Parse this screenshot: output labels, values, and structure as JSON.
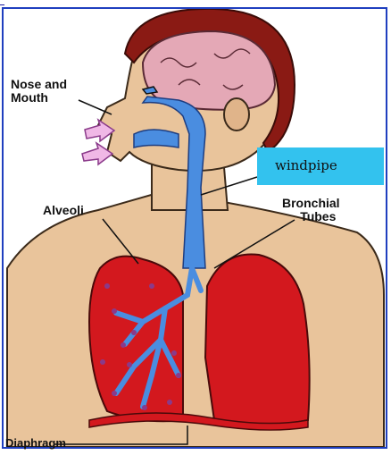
{
  "labels": {
    "nose_mouth_line1": "Nose and",
    "nose_mouth_line2": "Mouth",
    "windpipe": "windpipe",
    "alveoli": "Alveoli",
    "bronchial_line1": "Bronchial",
    "bronchial_line2": "Tubes",
    "diaphragm": "Diaphragm"
  },
  "colors": {
    "skin": "#e9c49b",
    "hair": "#8a1a14",
    "brain": "#e4a8b6",
    "airway": "#4a8de0",
    "lung": "#d3181e",
    "label_box": "#33c2ee",
    "arrow": "#f0b8e6",
    "alveoli_dots": "#8a3a8a"
  }
}
